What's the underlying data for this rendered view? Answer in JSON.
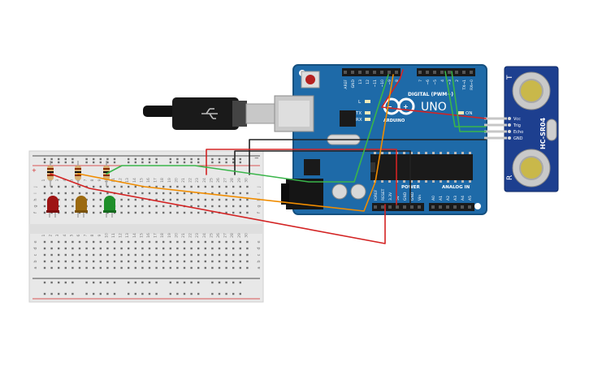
{
  "arduino": {
    "brand": "ARDUINO",
    "model": "UNO",
    "digital_label": "DIGITAL (PWM~)",
    "analog_label": "ANALOG IN",
    "power_label": "POWER",
    "on_label": "ON",
    "l_label": "L",
    "tx_label": "TX",
    "rx_label": "RX",
    "top_pins": [
      "AREF",
      "GND",
      "13",
      "12",
      "~11",
      "~10",
      "~9",
      "8",
      "7",
      "~6",
      "~5",
      "4",
      "~3",
      "2",
      "TX→1",
      "RX←0"
    ],
    "power_pins": [
      "IOREF",
      "RESET",
      "3.3V",
      "5V",
      "GND",
      "GND",
      "Vin"
    ],
    "analog_pins": [
      "A0",
      "A1",
      "A2",
      "A3",
      "A4",
      "A5"
    ]
  },
  "sensor": {
    "model": "HC-SR04",
    "t_label": "T",
    "r_label": "R",
    "pins": [
      "Vcc",
      "Trig",
      "Echo",
      "GND"
    ]
  },
  "breadboard": {
    "rows_top": [
      "j",
      "i",
      "h",
      "g",
      "f"
    ],
    "rows_bottom": [
      "e",
      "d",
      "c",
      "b",
      "a"
    ],
    "columns": [
      "1",
      "2",
      "3",
      "4",
      "5",
      "6",
      "7",
      "8",
      "9",
      "10",
      "11",
      "12",
      "13",
      "14",
      "15",
      "16",
      "17",
      "18",
      "19",
      "20",
      "21",
      "22",
      "23",
      "24",
      "25",
      "26",
      "27",
      "28",
      "29",
      "30"
    ],
    "plus": "+",
    "minus": "−"
  },
  "colors": {
    "board": "#1e6aa8",
    "sensor": "#1d3f8f",
    "wire_red": "#d32323",
    "wire_black": "#222222",
    "wire_green": "#3ab54a",
    "wire_orange": "#f08c00",
    "led_red": "#9e1414",
    "led_yellow": "#9c6a10",
    "led_green": "#1f8f2a"
  }
}
